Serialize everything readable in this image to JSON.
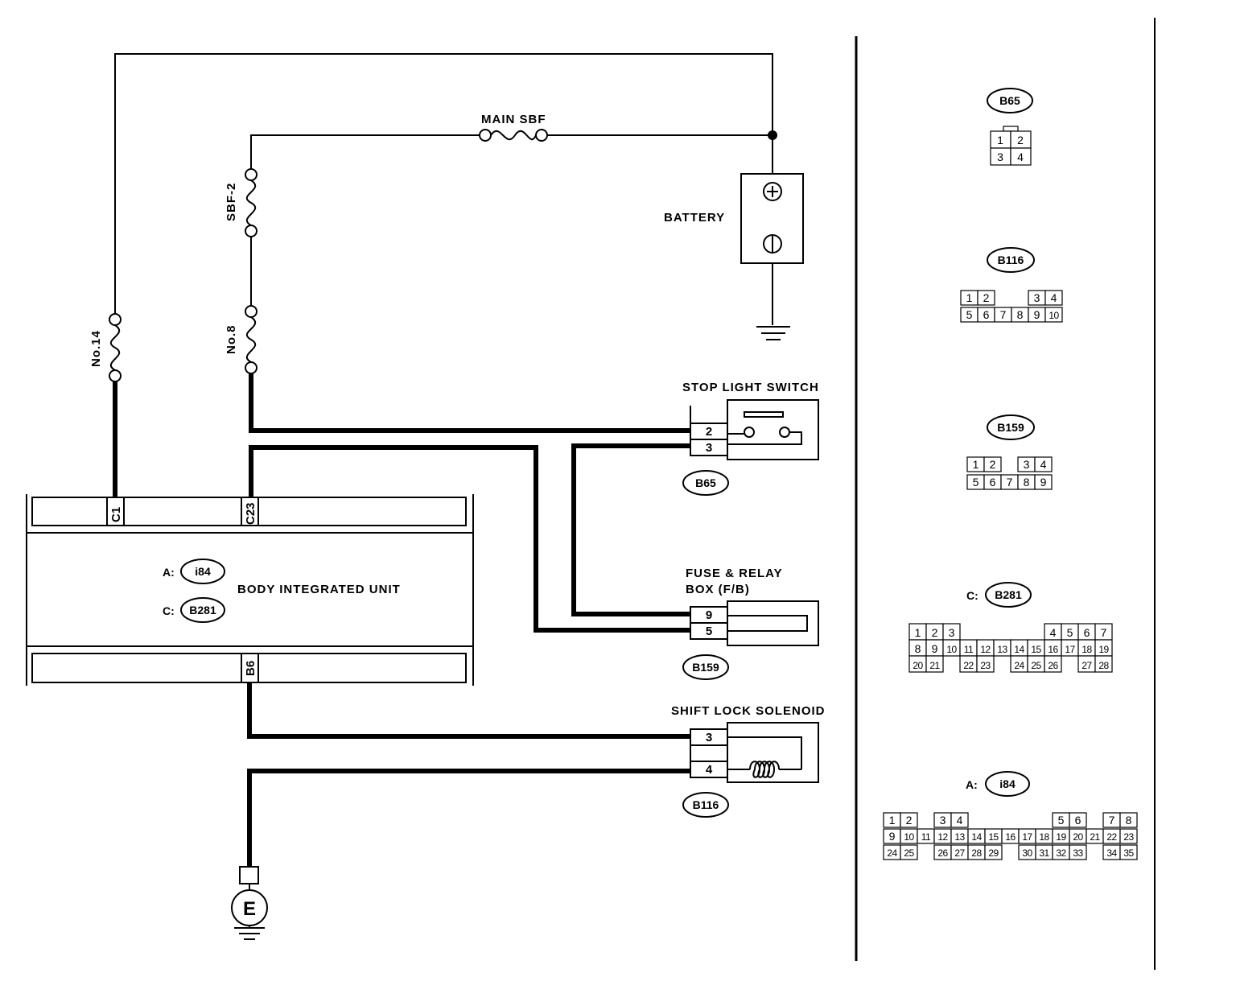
{
  "labels": {
    "main_sbf": "MAIN SBF",
    "sbf2": "SBF-2",
    "no14": "No.14",
    "no8": "No.8",
    "battery": "BATTERY",
    "stop_light_switch": "STOP LIGHT SWITCH",
    "fuse_relay_box_line1": "FUSE & RELAY",
    "fuse_relay_box_line2": "BOX (F/B)",
    "shift_lock_solenoid": "SHIFT LOCK SOLENOID",
    "body_integrated_unit": "BODY INTEGRATED UNIT",
    "ground_e": "E"
  },
  "unit_connectors": {
    "a_prefix": "A:",
    "a_name": "i84",
    "c_prefix": "C:",
    "c_name": "B281",
    "pin_c1": "C1",
    "pin_c23": "C23",
    "pin_b6": "B6"
  },
  "connector_tags": {
    "stop_light": "B65",
    "fuse_box": "B159",
    "solenoid": "B116"
  },
  "pins": {
    "stop_light_top": "2",
    "stop_light_bottom": "3",
    "fuse_box_top": "9",
    "fuse_box_bottom": "5",
    "solenoid_top": "3",
    "solenoid_bottom": "4"
  },
  "legend": {
    "b65": {
      "name": "B65",
      "rows": [
        [
          "1",
          "2"
        ],
        [
          "3",
          "4"
        ]
      ]
    },
    "b116": {
      "name": "B116",
      "top": [
        "1",
        "2",
        "",
        "3",
        "4"
      ],
      "bottom": [
        "5",
        "6",
        "7",
        "8",
        "9",
        "10"
      ]
    },
    "b159": {
      "name": "B159",
      "top": [
        "1",
        "2",
        "",
        "3",
        "4"
      ],
      "bottom": [
        "5",
        "6",
        "7",
        "8",
        "9"
      ]
    },
    "b281": {
      "prefix": "C:",
      "name": "B281",
      "row1": [
        "1",
        "2",
        "3",
        "4",
        "5",
        "6",
        "7"
      ],
      "row2": [
        "8",
        "9",
        "10",
        "11",
        "12",
        "13",
        "14",
        "15",
        "16",
        "17",
        "18",
        "19"
      ],
      "row3": [
        "20",
        "21",
        "22",
        "23",
        "24",
        "25",
        "26",
        "27",
        "28"
      ]
    },
    "i84": {
      "prefix": "A:",
      "name": "i84",
      "row1": [
        "1",
        "2",
        "3",
        "4",
        "5",
        "6",
        "7",
        "8"
      ],
      "row2": [
        "9",
        "10",
        "11",
        "12",
        "13",
        "14",
        "15",
        "16",
        "17",
        "18",
        "19",
        "20",
        "21",
        "22",
        "23"
      ],
      "row3": [
        "24",
        "25",
        "26",
        "27",
        "28",
        "29",
        "30",
        "31",
        "32",
        "33",
        "34",
        "35"
      ]
    }
  }
}
